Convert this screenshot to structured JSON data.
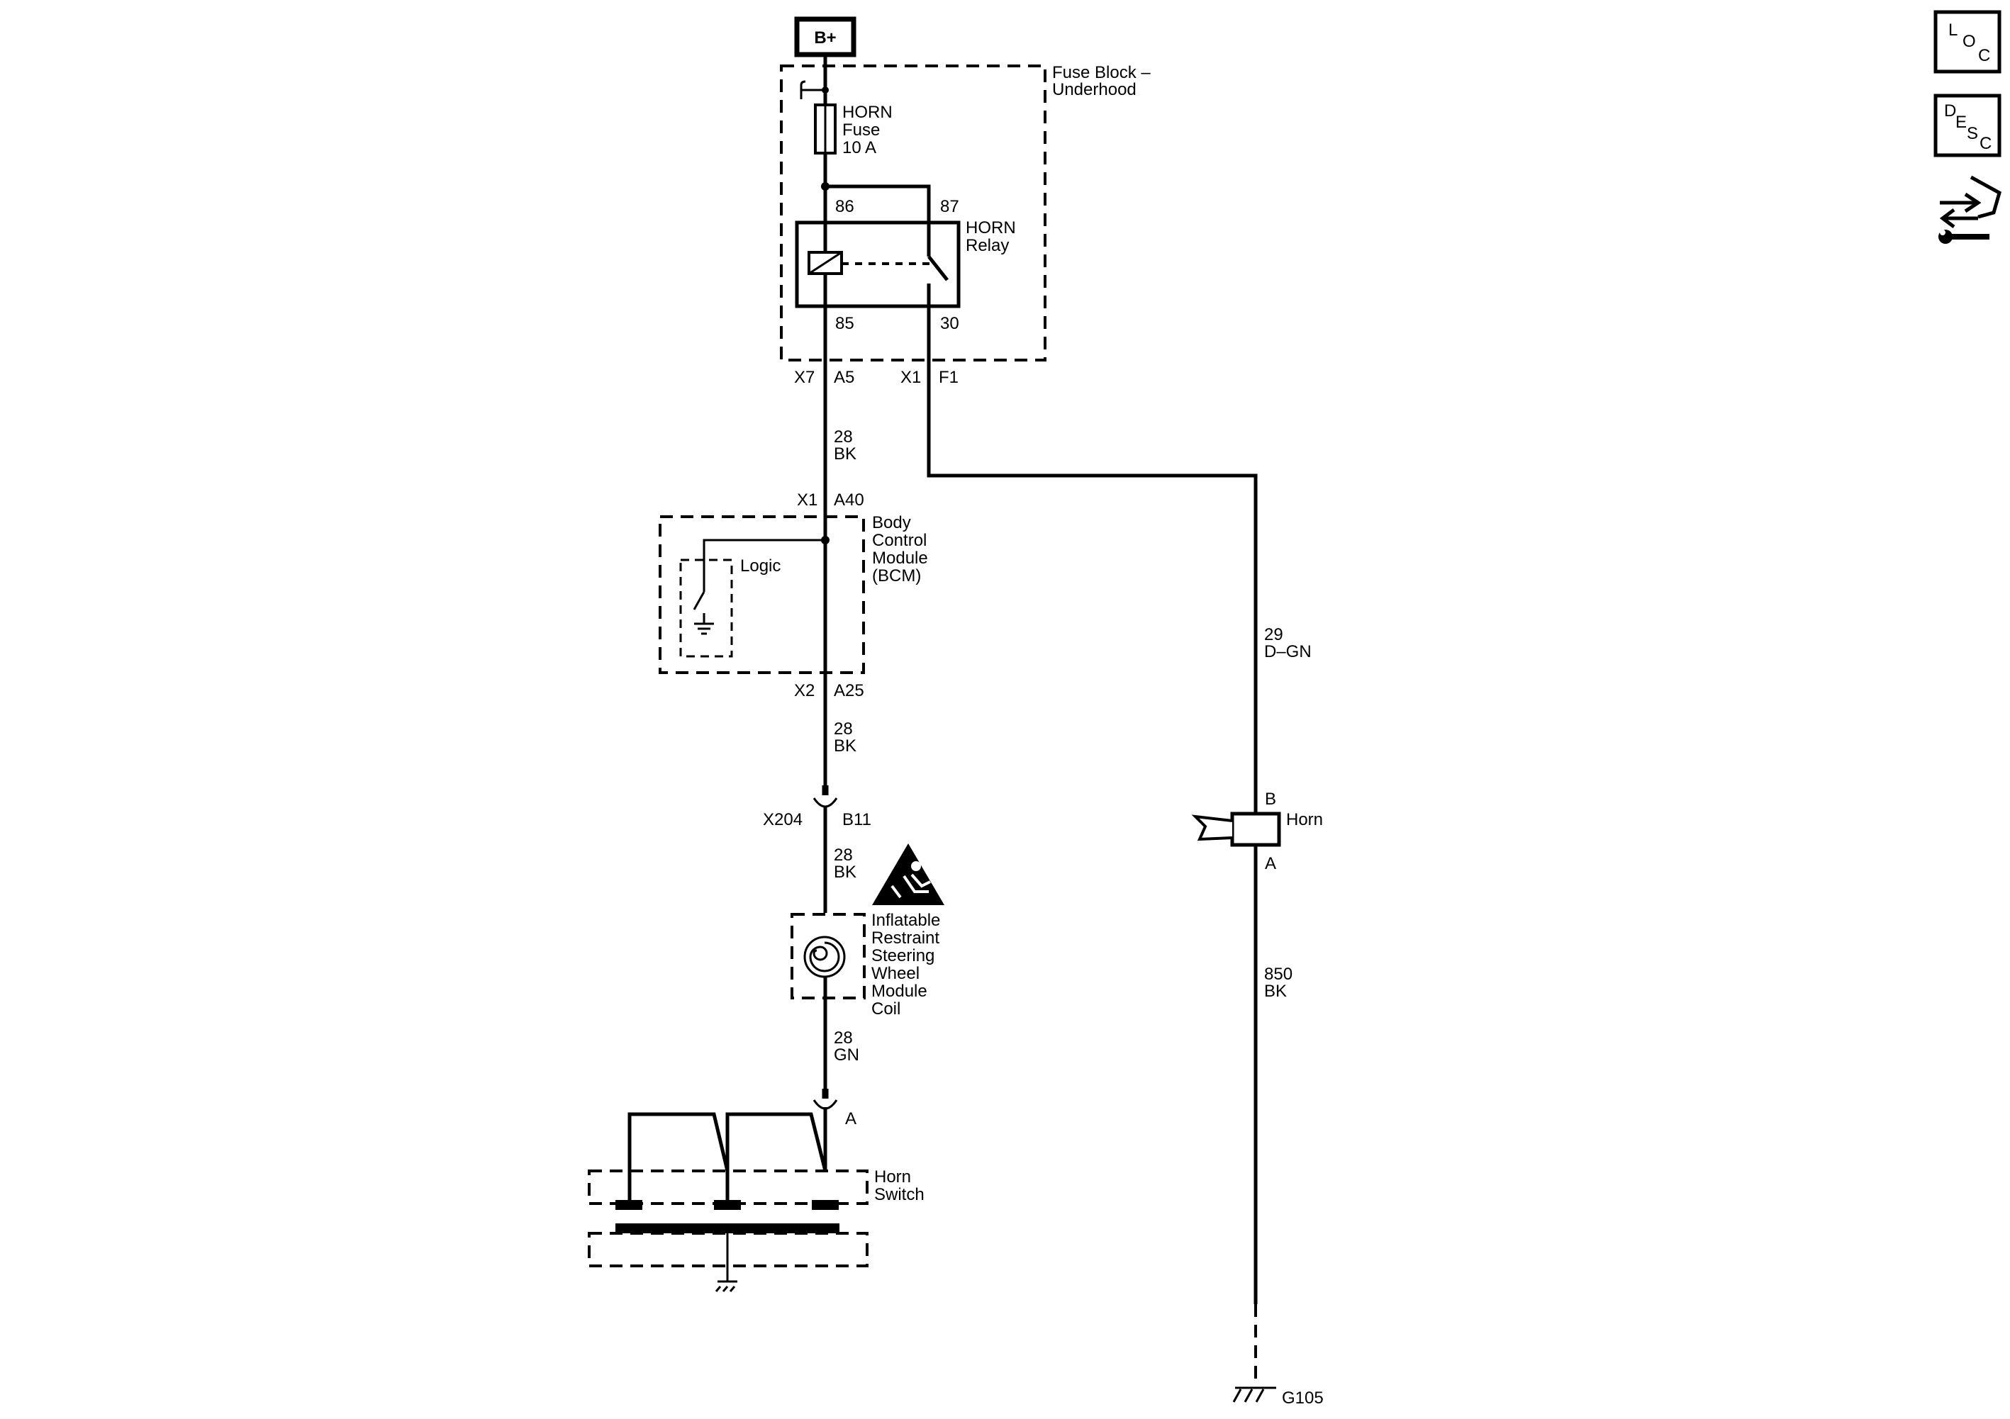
{
  "power": {
    "label": "B+"
  },
  "fuse_block": {
    "title_1": "Fuse Block –",
    "title_2": "Underhood"
  },
  "fuse": {
    "line_1": "HORN",
    "line_2": "Fuse",
    "line_3": "10 A"
  },
  "relay": {
    "line_1": "HORN",
    "line_2": "Relay",
    "pin_86": "86",
    "pin_87": "87",
    "pin_85": "85",
    "pin_30": "30"
  },
  "connectors": {
    "x7": "X7",
    "a5": "A5",
    "x1_fuse": "X1",
    "f1": "F1",
    "x1_bcm": "X1",
    "a40": "A40",
    "x2": "X2",
    "a25": "A25",
    "x204": "X204",
    "b11": "B11",
    "a_switch": "A"
  },
  "wires": {
    "w1_gauge": "28",
    "w1_color": "BK",
    "w2_gauge": "28",
    "w2_color": "BK",
    "w3_gauge": "28",
    "w3_color": "BK",
    "w4_gauge": "28",
    "w4_color": "GN",
    "w5_gauge": "29",
    "w5_color": "D–GN",
    "w6_gauge": "850",
    "w6_color": "BK"
  },
  "bcm": {
    "line_1": "Body",
    "line_2": "Control",
    "line_3": "Module",
    "line_4": "(BCM)",
    "logic": "Logic"
  },
  "coil": {
    "line_1": "Inflatable",
    "line_2": "Restraint",
    "line_3": "Steering",
    "line_4": "Wheel",
    "line_5": "Module",
    "line_6": "Coil"
  },
  "horn_switch": {
    "line_1": "Horn",
    "line_2": "Switch"
  },
  "horn": {
    "label": "Horn",
    "pin_b": "B",
    "pin_a": "A"
  },
  "ground": {
    "label": "G105"
  },
  "icons": {
    "loc": {
      "l1": "L",
      "l2": "O",
      "l3": "C"
    },
    "desc": {
      "l1": "D",
      "l2": "E",
      "l3": "S",
      "l4": "C"
    },
    "service": "service-arrows-wrench-icon"
  }
}
